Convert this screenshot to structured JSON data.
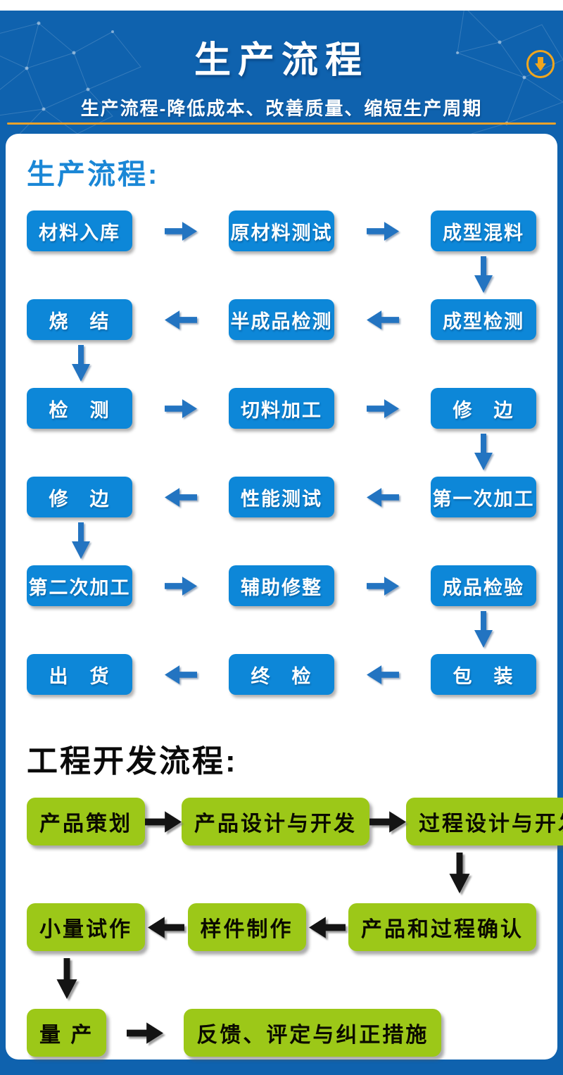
{
  "header": {
    "title": "生产流程",
    "subtitle": "生产流程-降低成本、改善质量、缩短生产周期"
  },
  "production": {
    "heading": "生产流程:",
    "rows": [
      {
        "direction": "right",
        "boxes": [
          "材料入库",
          "原材料测试",
          "成型混料"
        ]
      },
      {
        "direction": "left",
        "boxes": [
          "烧　结",
          "半成品检测",
          "成型检测"
        ]
      },
      {
        "direction": "right",
        "boxes": [
          "检　测",
          "切料加工",
          "修　边"
        ]
      },
      {
        "direction": "left",
        "boxes": [
          "修　边",
          "性能测试",
          "第一次加工"
        ]
      },
      {
        "direction": "right",
        "boxes": [
          "第二次加工",
          "辅助修整",
          "成品检验"
        ]
      },
      {
        "direction": "left",
        "boxes": [
          "出　货",
          "终　检",
          "包　装"
        ]
      }
    ],
    "connectors": [
      "down-right-column",
      "down-left-column",
      "down-right-column",
      "down-left-column",
      "down-right-column"
    ]
  },
  "engineering": {
    "heading": "工程开发流程:",
    "rows": [
      {
        "direction": "right",
        "boxes": [
          "产品策划",
          "产品设计与开发",
          "过程设计与开发"
        ]
      },
      {
        "direction": "left",
        "boxes": [
          "小量试作",
          "样件制作",
          "产品和过程确认"
        ]
      },
      {
        "direction": "right",
        "boxes": [
          "量 产",
          "反馈、评定与纠正措施"
        ]
      }
    ],
    "connectors": [
      "down-right-column",
      "down-left-column"
    ]
  },
  "colors": {
    "header_blue": "#0f62ae",
    "box_blue": "#0d87d8",
    "arrow_blue": "#2374c1",
    "accent_gold": "#eea41f",
    "box_green": "#9cc818",
    "heading_blue": "#1a87d6",
    "arrow_black": "#141414"
  }
}
